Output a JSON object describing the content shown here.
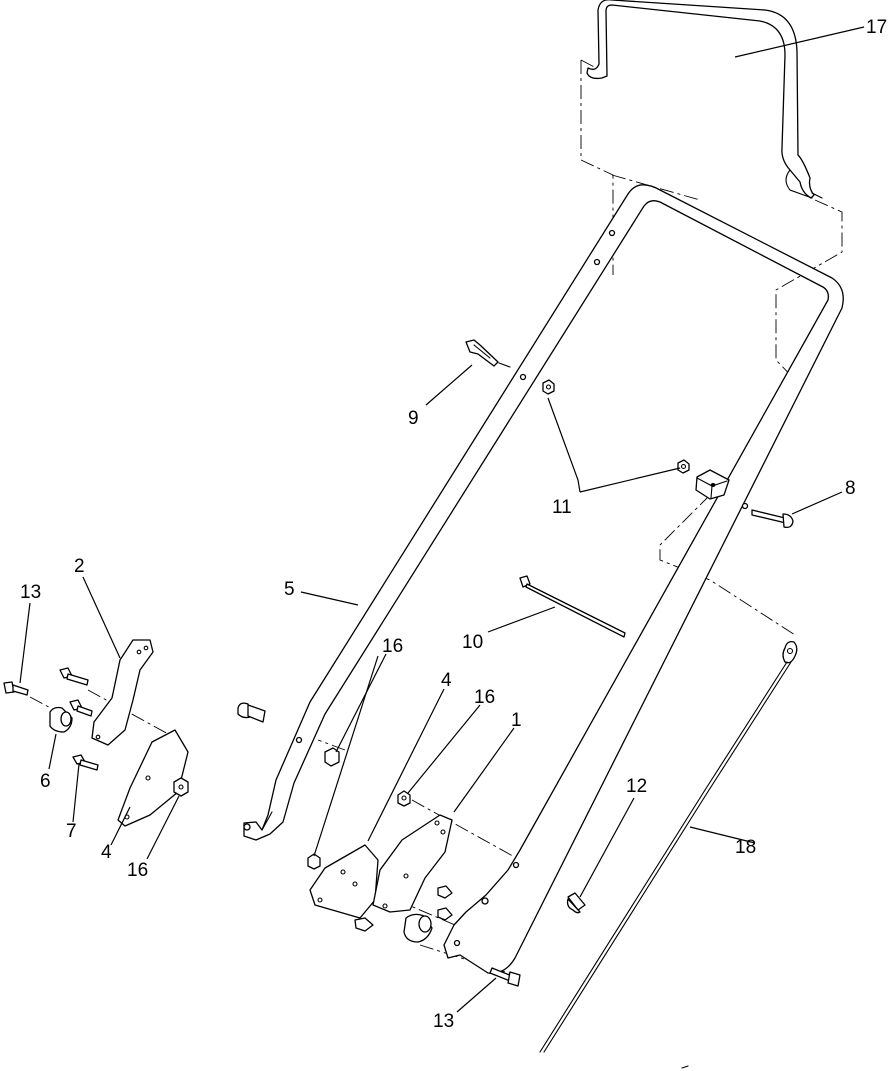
{
  "callouts": [
    {
      "id": "c17",
      "label": "17",
      "part": "bail"
    },
    {
      "id": "c8",
      "label": "8",
      "part": "bolt"
    },
    {
      "id": "c9",
      "label": "9",
      "part": "clip"
    },
    {
      "id": "c11",
      "label": "11",
      "part": "nut"
    },
    {
      "id": "c5",
      "label": "5",
      "part": "handle"
    },
    {
      "id": "c10",
      "label": "10",
      "part": "cable-tie"
    },
    {
      "id": "c16a",
      "label": "16",
      "part": "nut"
    },
    {
      "id": "c4a",
      "label": "4",
      "part": "plate"
    },
    {
      "id": "c16b",
      "label": "16",
      "part": "nut"
    },
    {
      "id": "c1",
      "label": "1",
      "part": "bracket"
    },
    {
      "id": "c12",
      "label": "12",
      "part": "bolt"
    },
    {
      "id": "c18",
      "label": "18",
      "part": "cable"
    },
    {
      "id": "c13a",
      "label": "13",
      "part": "bolt"
    },
    {
      "id": "c2",
      "label": "2",
      "part": "bracket"
    },
    {
      "id": "c13b",
      "label": "13",
      "part": "bolt"
    },
    {
      "id": "c6",
      "label": "6",
      "part": "spacer"
    },
    {
      "id": "c7",
      "label": "7",
      "part": "bolt"
    },
    {
      "id": "c4b",
      "label": "4",
      "part": "plate"
    },
    {
      "id": "c16c",
      "label": "16",
      "part": "nut"
    }
  ]
}
